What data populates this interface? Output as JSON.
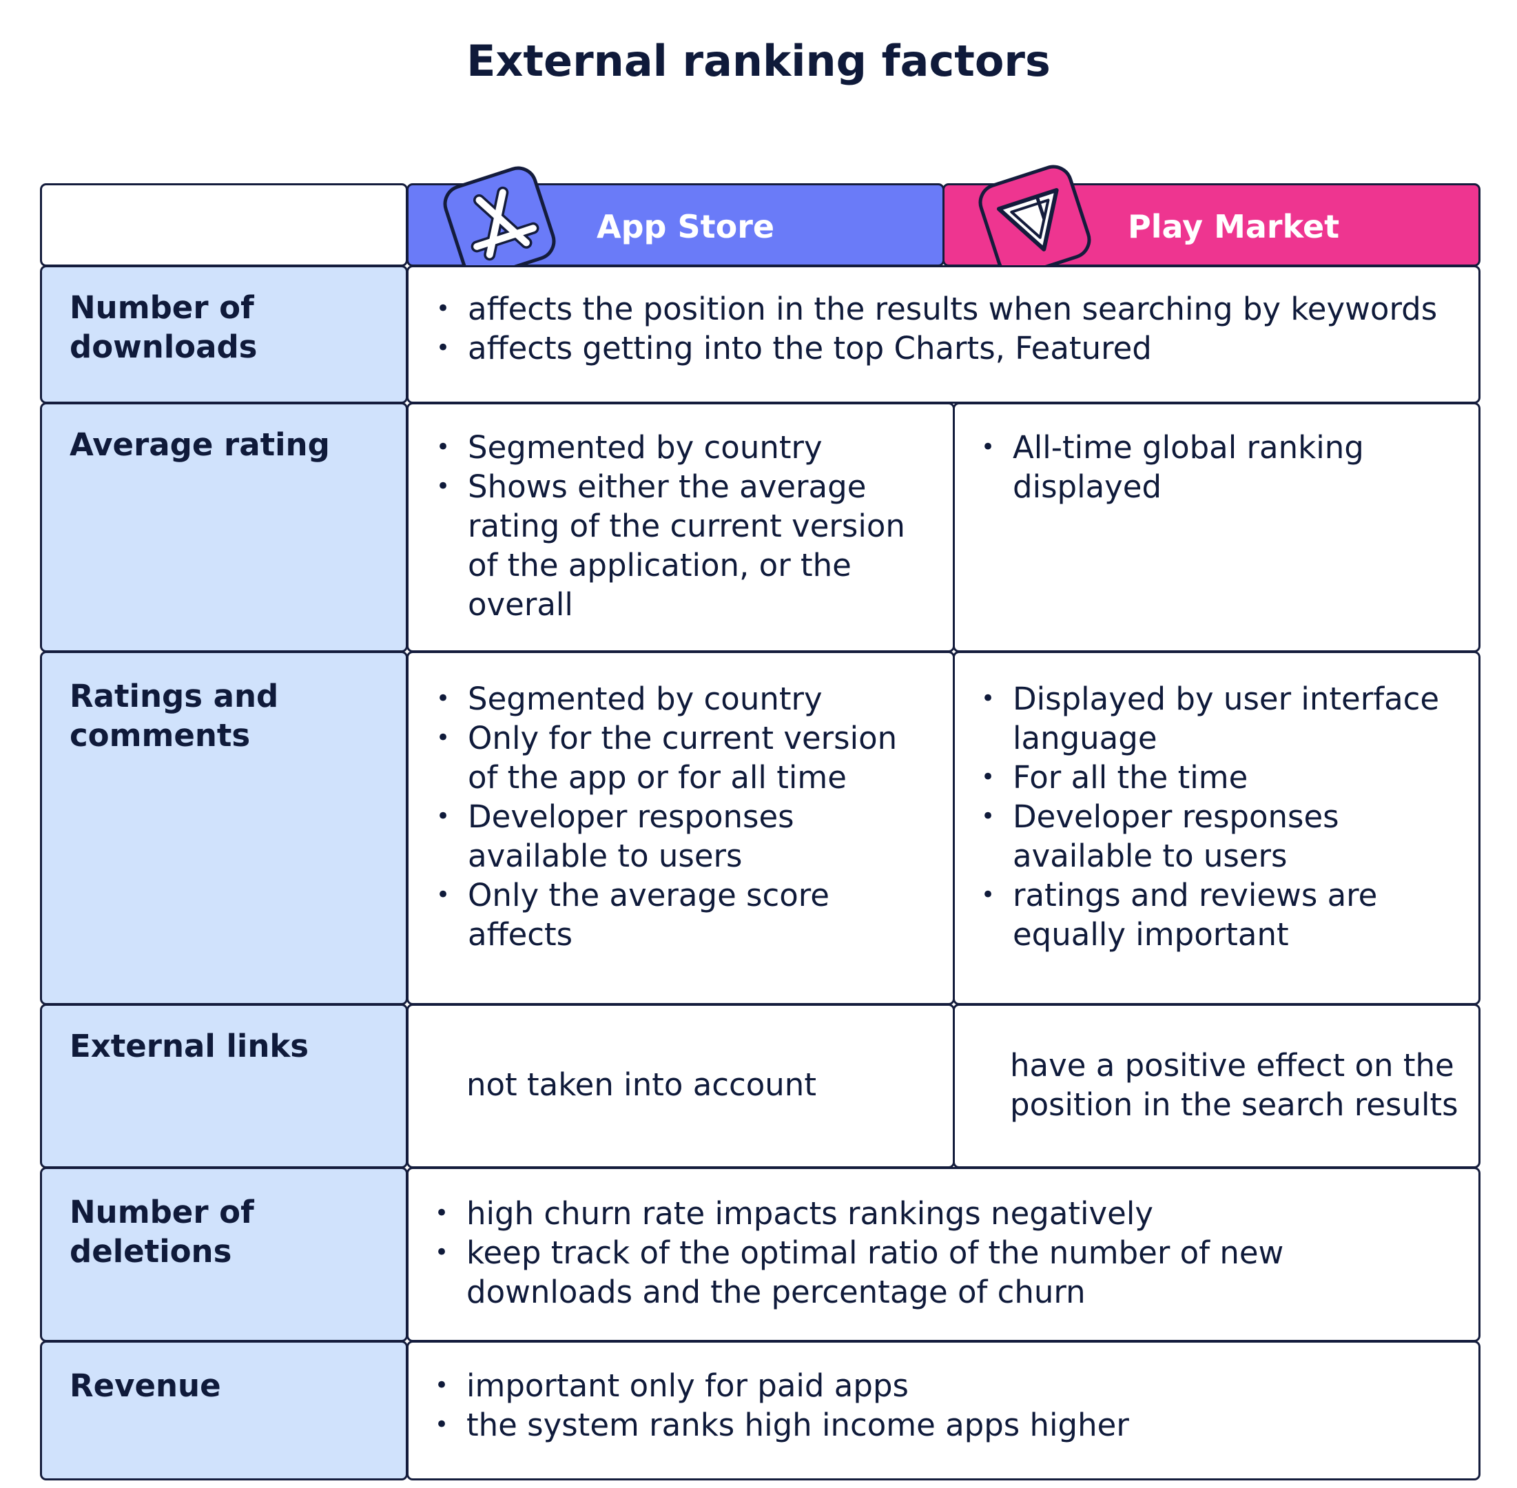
{
  "title": "External ranking factors",
  "header": {
    "app_store": {
      "label": "App Store",
      "color": "#6a7bf8",
      "icon": "app-store-icon"
    },
    "play_market": {
      "label": "Play Market",
      "color": "#ee3590",
      "icon": "play-market-icon"
    }
  },
  "colors": {
    "label_bg": "#d0e2fc",
    "border": "#141c3c",
    "text": "#0f1a3a"
  },
  "rows": [
    {
      "label_lines": [
        "Number of",
        "downloads"
      ],
      "shared": [
        "affects the position in the results when searching by keywords",
        "affects getting into the top Charts, Featured"
      ]
    },
    {
      "label_lines": [
        "Average rating"
      ],
      "app_store": [
        "Segmented by country",
        "Shows either the average rating of the current version of the application, or the overall"
      ],
      "play_market": [
        "All-time global ranking displayed"
      ]
    },
    {
      "label_lines": [
        "Ratings and",
        "comments"
      ],
      "app_store": [
        "Segmented by country",
        "Only for the current version of the app or for all time",
        "Developer responses available to users",
        "Only the average score affects"
      ],
      "play_market": [
        "Displayed by user interface language",
        "For all the time",
        "Developer responses available to users",
        "ratings and reviews are equally important"
      ]
    },
    {
      "label_lines": [
        "External links"
      ],
      "app_store_text": "not taken into account",
      "play_market_text": "have a positive effect on the position in the search results"
    },
    {
      "label_lines": [
        "Number of",
        "deletions"
      ],
      "shared": [
        "high churn rate impacts rankings negatively",
        "keep track of the optimal ratio of the number of new downloads and the percentage of churn"
      ]
    },
    {
      "label_lines": [
        "Revenue"
      ],
      "shared": [
        "important only for paid apps",
        "the system ranks high income apps higher"
      ]
    }
  ]
}
